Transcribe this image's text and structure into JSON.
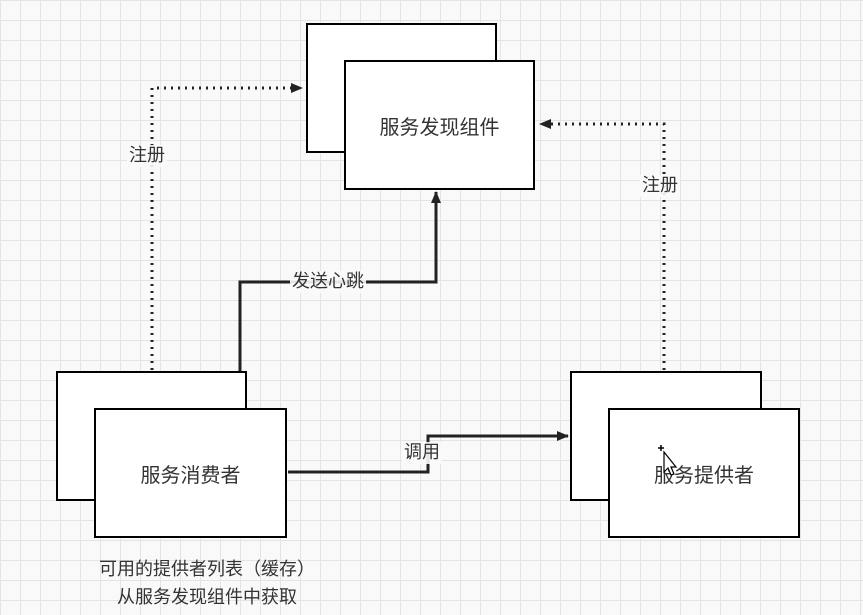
{
  "nodes": {
    "discovery": "服务发现组件",
    "consumer": "服务消费者",
    "provider": "服务提供者"
  },
  "edges": {
    "consumer_register": "注册",
    "provider_register": "注册",
    "heartbeat": "发送心跳",
    "invoke": "调用"
  },
  "note": {
    "line1": "可用的提供者列表（缓存）",
    "line2": "从服务发现组件中获取"
  }
}
